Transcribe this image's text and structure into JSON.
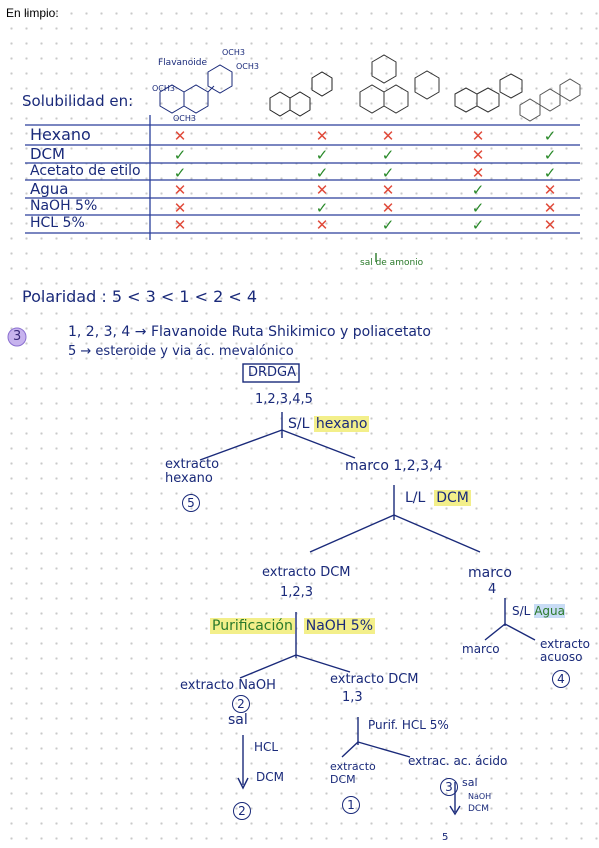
{
  "title": "En limpio:",
  "table": {
    "header_label": "Solubilidad en:",
    "compound_labels": [
      "Flavanoide",
      "OCH3",
      "OCH3",
      "OCH3",
      "OCH3"
    ],
    "solvents": [
      "Hexano",
      "DCM",
      "Acetato de etilo",
      "Agua",
      "NaOH 5%",
      "HCL 5%"
    ],
    "marks": [
      [
        "x",
        "x",
        "x",
        "x",
        "v"
      ],
      [
        "v",
        "v",
        "v",
        "x",
        "v"
      ],
      [
        "v",
        "v",
        "v",
        "x",
        "v"
      ],
      [
        "x",
        "x",
        "x",
        "v",
        "x"
      ],
      [
        "x",
        "v",
        "x",
        "v",
        "x"
      ],
      [
        "x",
        "x",
        "v",
        "v",
        "x"
      ]
    ],
    "note": "sal de amonio"
  },
  "polaridad": "Polaridad :  5 < 3 < 1 < 2 < 4",
  "section_number": "3",
  "line1": "1, 2, 3, 4  →  Flavanoide   Ruta Shikimico  y  poliacetato",
  "line2": "5  →  esteroide  y via ác. mevalónico",
  "flow": {
    "top": "DRDGA",
    "top_nums": "1,2,3,4,5",
    "step1": "S/L",
    "step1_solvent": "hexano",
    "extract_hexano": "extracto hexano",
    "hexano_num": "5",
    "marco1": "marco  1,2,3,4",
    "step2": "L/L",
    "step2_solvent": "DCM",
    "extract_dcm": "extracto DCM",
    "dcm_nums": "1,2,3",
    "marco2": "marco",
    "marco2_num": "4",
    "step3": "S/L",
    "step3_solvent": "Agua",
    "marco3": "marco",
    "extract_acuoso": "extracto acuoso",
    "acuoso_num": "4",
    "purif1": "Purificación",
    "purif1_solvent": "NaOH 5%",
    "extract_naoh": "extracto NaOH",
    "naoh_num": "2",
    "sal1": "sal",
    "hcl1": "HCL",
    "dcm1": "DCM",
    "final2": "2",
    "extract_dcm2": "extracto DCM",
    "dcm2_nums": "1,3",
    "purif2": "Purif. HCL 5%",
    "extract_dcm3": "extracto DCM",
    "dcm3_num": "1",
    "extrac_acido": "extrac. ac. ácido",
    "acido_num": "3",
    "sal2": "sal",
    "naoh2": "NaOH",
    "dcm4": "DCM"
  },
  "page_number": "5",
  "colors": {
    "ink": "#1a2a7a",
    "green": "#2a8a2a",
    "red": "#e04a3a",
    "highlight": "#f3ef8a"
  }
}
